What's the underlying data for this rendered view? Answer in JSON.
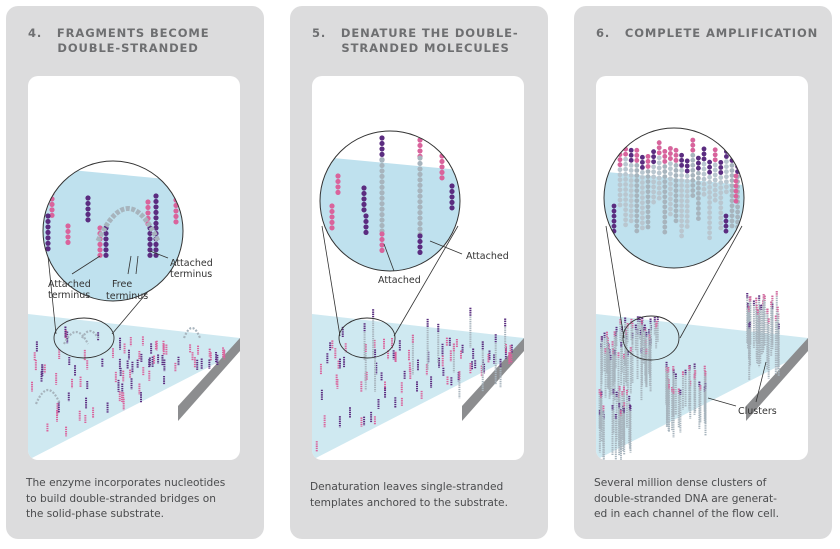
{
  "panels": [
    {
      "title": "4.   FRAGMENTS BECOME\n      DOUBLE-STRANDED",
      "caption": [
        "The enzyme incorporates nucleotides",
        "to build double-stranded bridges on",
        "the solid-phase substrate."
      ],
      "labels": {
        "attached_left": [
          "Attached",
          "terminus"
        ],
        "free": [
          "Free",
          "terminus"
        ],
        "attached_right": [
          "Attached",
          "terminus"
        ]
      }
    },
    {
      "title": "5.   DENATURE THE DOUBLE-\n      STRANDED MOLECULES",
      "caption": [
        "Denaturation leaves single-stranded",
        "templates anchored to the substrate."
      ],
      "labels": {
        "attached_1": "Attached",
        "attached_2": "Attached"
      }
    },
    {
      "title": "6.   COMPLETE AMPLIFICATION",
      "caption": [
        "Several million dense clusters of",
        "double-stranded DNA are generat-",
        "ed in each channel of the flow cell."
      ],
      "labels": {
        "clusters": "Clusters"
      }
    }
  ],
  "colors": {
    "panel_bg": "#dcdcdd",
    "title": "#6e6f71",
    "purple": "#5b2c80",
    "pink": "#d9639c",
    "grey_strand": "#a7b4bd",
    "substrate": "#cfe9f1",
    "magnifier": "#bfe1ee"
  }
}
